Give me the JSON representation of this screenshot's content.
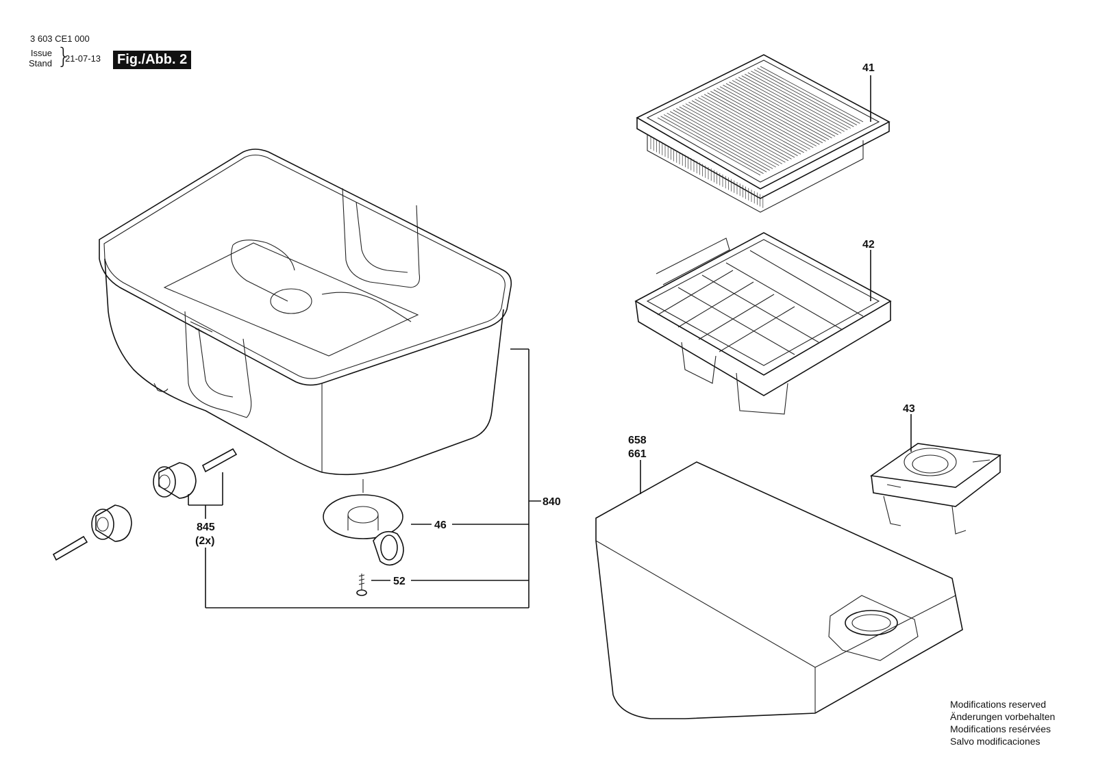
{
  "header": {
    "doc_number": "3 603 CE1 000",
    "issue_label": "Issue",
    "stand_label": "Stand",
    "issue_date": "21-07-13",
    "figure_label": "Fig./Abb. 2"
  },
  "callouts": {
    "p41": "41",
    "p42": "42",
    "p43": "43",
    "p658": "658",
    "p661": "661",
    "p840": "840",
    "p845": "845",
    "p845_qty": "(2x)",
    "p46": "46",
    "p52": "52"
  },
  "footer": {
    "line1": "Modifications reserved",
    "line2": "Änderungen vorbehalten",
    "line3": "Modifications resérvées",
    "line4": "Salvo modificaciones"
  }
}
